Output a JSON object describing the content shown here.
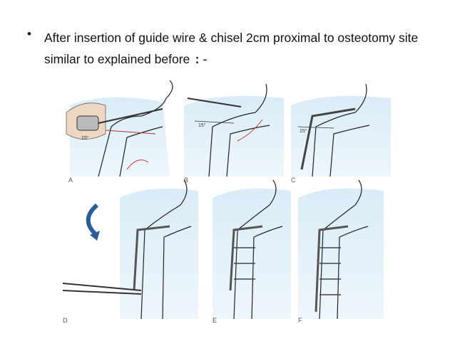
{
  "slide": {
    "bullet": {
      "marker": "•",
      "text": "After insertion of guide wire & chisel 2cm proximal to osteotomy site similar to explained before",
      "tail": ":-"
    },
    "figure": {
      "panels": [
        {
          "label": "A",
          "angle": "15°"
        },
        {
          "label": "B",
          "angle": "15°"
        },
        {
          "label": "C",
          "angle": "15°"
        },
        {
          "label": "D"
        },
        {
          "label": "E"
        },
        {
          "label": "F"
        }
      ]
    }
  }
}
